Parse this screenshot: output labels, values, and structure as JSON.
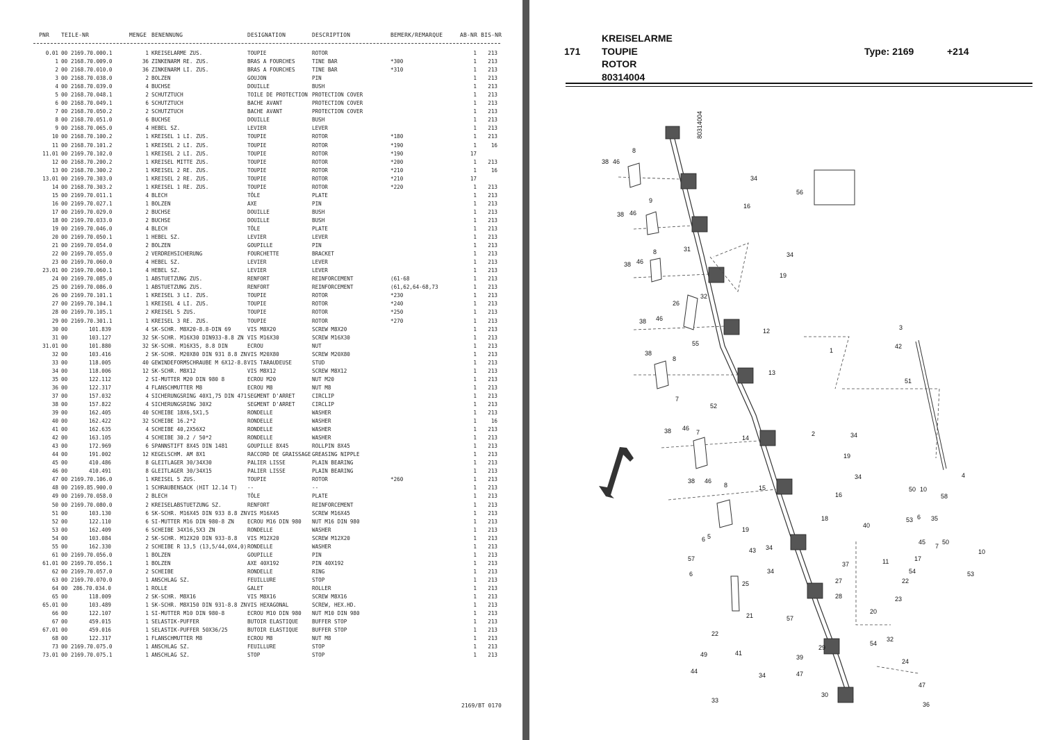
{
  "left_page": {
    "headers": {
      "pnr": "PNR",
      "teile_nr": "TEILE-NR",
      "menge": "MENGE",
      "benennung": "BENENNUNG",
      "designation": "DESIGNATION",
      "description": "DESCRIPTION",
      "bemerk": "BEMERK/REMARQUE",
      "ab_bis": "AB-NR BIS-NR"
    },
    "rows": [
      [
        "0.01",
        "00",
        "2169.70.000.1",
        "1",
        "KREISELARME ZUS.",
        "TOUPIE",
        "ROTOR",
        "",
        "1",
        "213"
      ],
      [
        "1",
        "00",
        "2168.70.009.0",
        "36",
        "ZINKENARM RE. ZUS.",
        "BRAS A FOURCHES",
        "TINE BAR",
        "*300",
        "1",
        "213"
      ],
      [
        "2",
        "00",
        "2168.70.010.0",
        "36",
        "ZINKENARM LI. ZUS.",
        "BRAS A FOURCHES",
        "TINE BAR",
        "*310",
        "1",
        "213"
      ],
      [
        "3",
        "00",
        "2168.70.038.0",
        "2",
        "BOLZEN",
        "GOUJON",
        "PIN",
        "",
        "1",
        "213"
      ],
      [
        "4",
        "00",
        "2168.70.039.0",
        "4",
        "BUCHSE",
        "DOUILLE",
        "BUSH",
        "",
        "1",
        "213"
      ],
      [
        "5",
        "00",
        "2168.70.048.1",
        "2",
        "SCHUTZTUCH",
        "TOILE DE PROTECTION",
        "PROTECTION COVER",
        "",
        "1",
        "213"
      ],
      [
        "6",
        "00",
        "2168.70.049.1",
        "6",
        "SCHUTZTUCH",
        "BACHE AVANT",
        "PROTECTION COVER",
        "",
        "1",
        "213"
      ],
      [
        "7",
        "00",
        "2168.70.050.2",
        "2",
        "SCHUTZTUCH",
        "BACHE AVANT",
        "PROTECTION COVER",
        "",
        "1",
        "213"
      ],
      [
        "8",
        "00",
        "2168.70.051.0",
        "6",
        "BUCHSE",
        "DOUILLE",
        "BUSH",
        "",
        "1",
        "213"
      ],
      [
        "9",
        "00",
        "2168.70.065.0",
        "4",
        "HEBEL SZ.",
        "LEVIER",
        "LEVER",
        "",
        "1",
        "213"
      ],
      [
        "10",
        "00",
        "2168.70.100.2",
        "1",
        "KREISEL 1 LI. ZUS.",
        "TOUPIE",
        "ROTOR",
        "*180",
        "1",
        "213"
      ],
      [
        "11",
        "00",
        "2168.70.101.2",
        "1",
        "KREISEL 2 LI. ZUS.",
        "TOUPIE",
        "ROTOR",
        "*190",
        "1",
        "16"
      ],
      [
        "11.01",
        "00",
        "2169.70.102.0",
        "1",
        "KREISEL 2 LI. ZUS.",
        "TOUPIE",
        "ROTOR",
        "*190",
        "17",
        ""
      ],
      [
        "12",
        "00",
        "2168.70.200.2",
        "1",
        "KREISEL MITTE ZUS.",
        "TOUPIE",
        "ROTOR",
        "*200",
        "1",
        "213"
      ],
      [
        "13",
        "00",
        "2168.70.300.2",
        "1",
        "KREISEL 2 RE. ZUS.",
        "TOUPIE",
        "ROTOR",
        "*210",
        "1",
        "16"
      ],
      [
        "13.01",
        "00",
        "2169.70.303.0",
        "1",
        "KREISEL 2 RE. ZUS.",
        "TOUPIE",
        "ROTOR",
        "*210",
        "17",
        ""
      ],
      [
        "14",
        "00",
        "2168.70.303.2",
        "1",
        "KREISEL 1 RE. ZUS.",
        "TOUPIE",
        "ROTOR",
        "*220",
        "1",
        "213"
      ],
      [
        "15",
        "00",
        "2169.70.011.1",
        "4",
        "BLECH",
        "TÔLE",
        "PLATE",
        "",
        "1",
        "213"
      ],
      [
        "16",
        "00",
        "2169.70.027.1",
        "1",
        "BOLZEN",
        "AXE",
        "PIN",
        "",
        "1",
        "213"
      ],
      [
        "17",
        "00",
        "2169.70.029.0",
        "2",
        "BUCHSE",
        "DOUILLE",
        "BUSH",
        "",
        "1",
        "213"
      ],
      [
        "18",
        "00",
        "2169.70.033.0",
        "2",
        "BUCHSE",
        "DOUILLE",
        "BUSH",
        "",
        "1",
        "213"
      ],
      [
        "19",
        "00",
        "2169.70.046.0",
        "4",
        "BLECH",
        "TÔLE",
        "PLATE",
        "",
        "1",
        "213"
      ],
      [
        "20",
        "00",
        "2169.70.050.1",
        "1",
        "HEBEL SZ.",
        "LEVIER",
        "LEVER",
        "",
        "1",
        "213"
      ],
      [
        "21",
        "00",
        "2169.70.054.0",
        "2",
        "BOLZEN",
        "GOUPILLE",
        "PIN",
        "",
        "1",
        "213"
      ],
      [
        "22",
        "00",
        "2169.70.055.0",
        "2",
        "VERDREHSICHERUNG",
        "FOURCHETTE",
        "BRACKET",
        "",
        "1",
        "213"
      ],
      [
        "23",
        "00",
        "2169.70.060.0",
        "4",
        "HEBEL SZ.",
        "LEVIER",
        "LEVER",
        "",
        "1",
        "213"
      ],
      [
        "23.01",
        "00",
        "2169.70.060.1",
        "4",
        "HEBEL SZ.",
        "LEVIER",
        "LEVER",
        "",
        "1",
        "213"
      ],
      [
        "24",
        "00",
        "2169.70.085.0",
        "1",
        "ABSTUETZUNG ZUS.",
        "RENFORT",
        "REINFORCEMENT",
        "(61-68",
        "1",
        "213"
      ],
      [
        "25",
        "00",
        "2169.70.086.0",
        "1",
        "ABSTUETZUNG ZUS.",
        "RENFORT",
        "REINFORCEMENT",
        "(61,62,64-68,73",
        "1",
        "213"
      ],
      [
        "26",
        "00",
        "2169.70.101.1",
        "1",
        "KREISEL 3 LI. ZUS.",
        "TOUPIE",
        "ROTOR",
        "*230",
        "1",
        "213"
      ],
      [
        "27",
        "00",
        "2169.70.104.1",
        "1",
        "KREISEL 4 LI. ZUS.",
        "TOUPIE",
        "ROTOR",
        "*240",
        "1",
        "213"
      ],
      [
        "28",
        "00",
        "2169.70.105.1",
        "2",
        "KREISEL 5 ZUS.",
        "TOUPIE",
        "ROTOR",
        "*250",
        "1",
        "213"
      ],
      [
        "29",
        "00",
        "2169.70.301.1",
        "1",
        "KREISEL 3 RE. ZUS.",
        "TOUPIE",
        "ROTOR",
        "*270",
        "1",
        "213"
      ],
      [
        "30",
        "00",
        "101.839",
        "4",
        "SK-SCHR. M8X20-8.8-DIN 69",
        "VIS M8X20",
        "SCREW M8X20",
        "",
        "1",
        "213"
      ],
      [
        "31",
        "00",
        "103.127",
        "32",
        "SK-SCHR. M16X30 DIN933-8.8 ZN",
        "VIS M16X30",
        "SCREW M16X30",
        "",
        "1",
        "213"
      ],
      [
        "31.01",
        "00",
        "101.880",
        "32",
        "SK-SCHR. M16X35, 8.8 DIN",
        "ECROU",
        "NUT",
        "",
        "1",
        "213"
      ],
      [
        "32",
        "00",
        "103.416",
        "2",
        "SK-SCHR. M20X80 DIN 931 8.8 ZN",
        "VIS M20X80",
        "SCREW M20X80",
        "",
        "1",
        "213"
      ],
      [
        "33",
        "00",
        "118.005",
        "40",
        "GEWINDEFORMSCHRAUBE M 6X12-8.8",
        "VIS TARAUDEUSE",
        "STUD",
        "",
        "1",
        "213"
      ],
      [
        "34",
        "00",
        "118.006",
        "12",
        "SK-SCHR. M8X12",
        "VIS M8X12",
        "SCREW M8X12",
        "",
        "1",
        "213"
      ],
      [
        "35",
        "00",
        "122.112",
        "2",
        "SI-MUTTER M20 DIN 980 8",
        "ECROU M20",
        "NUT M20",
        "",
        "1",
        "213"
      ],
      [
        "36",
        "00",
        "122.317",
        "4",
        "FLANSCHMUTTER M8",
        "ECROU M8",
        "NUT M8",
        "",
        "1",
        "213"
      ],
      [
        "37",
        "00",
        "157.032",
        "4",
        "SICHERUNGSRING 40X1,75 DIN 471",
        "SEGMENT D'ARRET",
        "CIRCLIP",
        "",
        "1",
        "213"
      ],
      [
        "38",
        "00",
        "157.822",
        "4",
        "SICHERUNGSRING 30X2",
        "SEGMENT D'ARRET",
        "CIRCLIP",
        "",
        "1",
        "213"
      ],
      [
        "39",
        "00",
        "162.405",
        "40",
        "SCHEIBE 18X6,5X1,5",
        "RONDELLE",
        "WASHER",
        "",
        "1",
        "213"
      ],
      [
        "40",
        "00",
        "162.422",
        "32",
        "SCHEIBE 16.2*2",
        "RONDELLE",
        "WASHER",
        "",
        "1",
        "16"
      ],
      [
        "41",
        "00",
        "162.635",
        "4",
        "SCHEIBE 40,2X56X2",
        "RONDELLE",
        "WASHER",
        "",
        "1",
        "213"
      ],
      [
        "42",
        "00",
        "163.105",
        "4",
        "SCHEIBE 30.2 / 50*2",
        "RONDELLE",
        "WASHER",
        "",
        "1",
        "213"
      ],
      [
        "43",
        "00",
        "172.969",
        "6",
        "SPANNSTIFT 8X45 DIN 1481",
        "GOUPILLE 8X45",
        "ROLLPIN 8X45",
        "",
        "1",
        "213"
      ],
      [
        "44",
        "00",
        "191.002",
        "12",
        "KEGELSCHM. AM 8X1",
        "RACCORD DE GRAISSAGE",
        "GREASING NIPPLE",
        "",
        "1",
        "213"
      ],
      [
        "45",
        "00",
        "410.486",
        "8",
        "GLEITLAGER 30/34X30",
        "PALIER LISSE",
        "PLAIN BEARING",
        "",
        "1",
        "213"
      ],
      [
        "46",
        "00",
        "410.491",
        "8",
        "GLEITLAGER 30/34X15",
        "PALIER LISSE",
        "PLAIN BEARING",
        "",
        "1",
        "213"
      ],
      [
        "47",
        "00",
        "2169.70.106.0",
        "1",
        "KREISEL 5 ZUS.",
        "TOUPIE",
        "ROTOR",
        "*260",
        "1",
        "213"
      ],
      [
        "48",
        "00",
        "2169.85.900.0",
        "1",
        "SCHRAUBENSACK (HIT 12.14 T)",
        "--",
        "--",
        "",
        "1",
        "213"
      ],
      [
        "49",
        "00",
        "2169.70.058.0",
        "2",
        "BLECH",
        "TÔLE",
        "PLATE",
        "",
        "1",
        "213"
      ],
      [
        "50",
        "00",
        "2169.70.080.0",
        "2",
        "KREISELABSTUETZUNG SZ.",
        "RENFORT",
        "REINFORCEMENT",
        "",
        "1",
        "213"
      ],
      [
        "51",
        "00",
        "103.130",
        "6",
        "SK-SCHR. M16X45 DIN 933 8.8 ZN",
        "VIS M16X45",
        "SCREW M16X45",
        "",
        "1",
        "213"
      ],
      [
        "52",
        "00",
        "122.110",
        "6",
        "SI-MUTTER M16 DIN 980-8 ZN",
        "ECROU M16 DIN 980",
        "NUT M16 DIN 980",
        "",
        "1",
        "213"
      ],
      [
        "53",
        "00",
        "162.409",
        "6",
        "SCHEIBE 34X16,5X3 ZN",
        "RONDELLE",
        "WASHER",
        "",
        "1",
        "213"
      ],
      [
        "54",
        "00",
        "103.084",
        "2",
        "SK-SCHR. M12X20 DIN 933-8.8",
        "VIS M12X20",
        "SCREW M12X20",
        "",
        "1",
        "213"
      ],
      [
        "55",
        "00",
        "162.330",
        "2",
        "SCHEIBE R 13,5 (13,5/44,0X4,0)",
        "RONDELLE",
        "WASHER",
        "",
        "1",
        "213"
      ],
      [
        "61",
        "00",
        "2169.70.056.0",
        "1",
        "BOLZEN",
        "GOUPILLE",
        "PIN",
        "",
        "1",
        "213"
      ],
      [
        "61.01",
        "00",
        "2169.70.056.1",
        "1",
        "BOLZEN",
        "AXE 40X192",
        "PIN 40X192",
        "",
        "1",
        "213"
      ],
      [
        "62",
        "00",
        "2169.70.057.0",
        "2",
        "SCHEIBE",
        "RONDELLE",
        "RING",
        "",
        "1",
        "213"
      ],
      [
        "63",
        "00",
        "2169.70.070.0",
        "1",
        "ANSCHLAG SZ.",
        "FEUILLURE",
        "STOP",
        "",
        "1",
        "213"
      ],
      [
        "64",
        "00",
        "286.70.034.0",
        "1",
        "ROLLE",
        "GALET",
        "ROLLER",
        "",
        "1",
        "213"
      ],
      [
        "65",
        "00",
        "118.009",
        "2",
        "SK-SCHR. M8X16",
        "VIS M8X16",
        "SCREW M8X16",
        "",
        "1",
        "213"
      ],
      [
        "65.01",
        "00",
        "103.489",
        "1",
        "SK-SCHR. M8X150 DIN 931-8.8 ZN",
        "VIS HEXAGONAL",
        "SCREW, HEX.HD.",
        "",
        "1",
        "213"
      ],
      [
        "66",
        "00",
        "122.107",
        "1",
        "SI-MUTTER M10 DIN 980-8",
        "ECROU M10 DIN 980",
        "NUT M10 DIN 980",
        "",
        "1",
        "213"
      ],
      [
        "67",
        "00",
        "459.015",
        "1",
        "SELASTIK-PUFFER",
        "BUTOIR ELASTIQUE",
        "BUFFER STOP",
        "",
        "1",
        "213"
      ],
      [
        "67.01",
        "00",
        "459.016",
        "1",
        "SELASTIK-PUFFER 50X36/25",
        "BUTOIR ELASTIQUE",
        "BUFFER STOP",
        "",
        "1",
        "213"
      ],
      [
        "68",
        "00",
        "122.317",
        "1",
        "FLANSCHMUTTER M8",
        "ECROU M8",
        "NUT M8",
        "",
        "1",
        "213"
      ],
      [
        "73",
        "00",
        "2169.70.075.0",
        "1",
        "ANSCHLAG SZ.",
        "FEUILLURE",
        "STOP",
        "",
        "1",
        "213"
      ],
      [
        "73.01",
        "00",
        "2169.70.075.1",
        "1",
        "ANSCHLAG SZ.",
        "STOP",
        "STOP",
        "",
        "1",
        "213"
      ]
    ],
    "page_ref": "2169/BT 0170"
  },
  "right_page": {
    "page_number": "171",
    "title_de": "KREISELARME",
    "title_fr": "TOUPIE",
    "title_en": "ROTOR",
    "drawing_number": "80314004",
    "type_label": "Type: 2169",
    "range_label": "+214",
    "diagram_ref": "80314004"
  },
  "icons": [
    "direction-arrow-icon"
  ]
}
